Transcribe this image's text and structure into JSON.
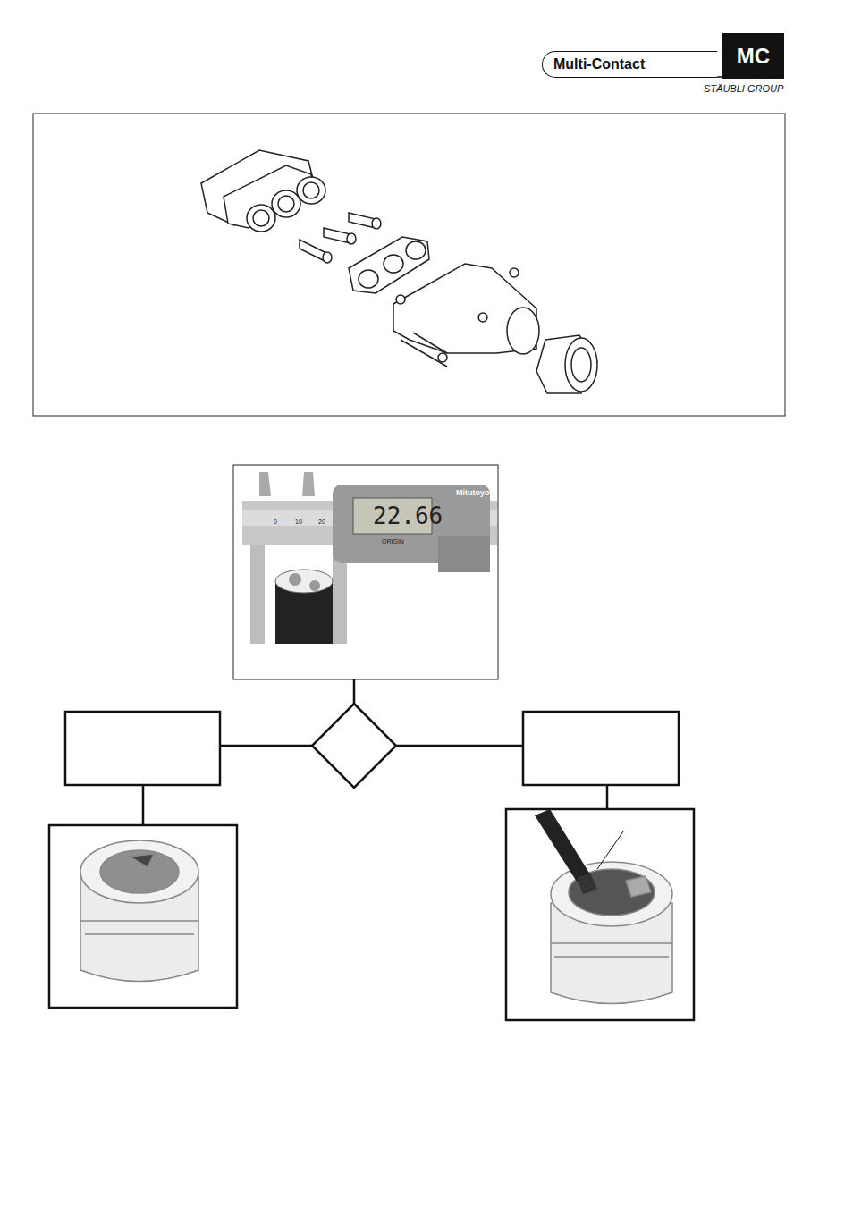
{
  "diagram": {
    "nodes": [
      {
        "text": [
          "Multi-Contact"
        ]
      },
      {
        "text": [
          "MC"
        ]
      }
    ],
    "labels": [
      "STÄUBLI GROUP",
      "Mitutoyo",
      "22.66",
      "ORIGIN",
      "0",
      "10",
      "20"
    ]
  }
}
